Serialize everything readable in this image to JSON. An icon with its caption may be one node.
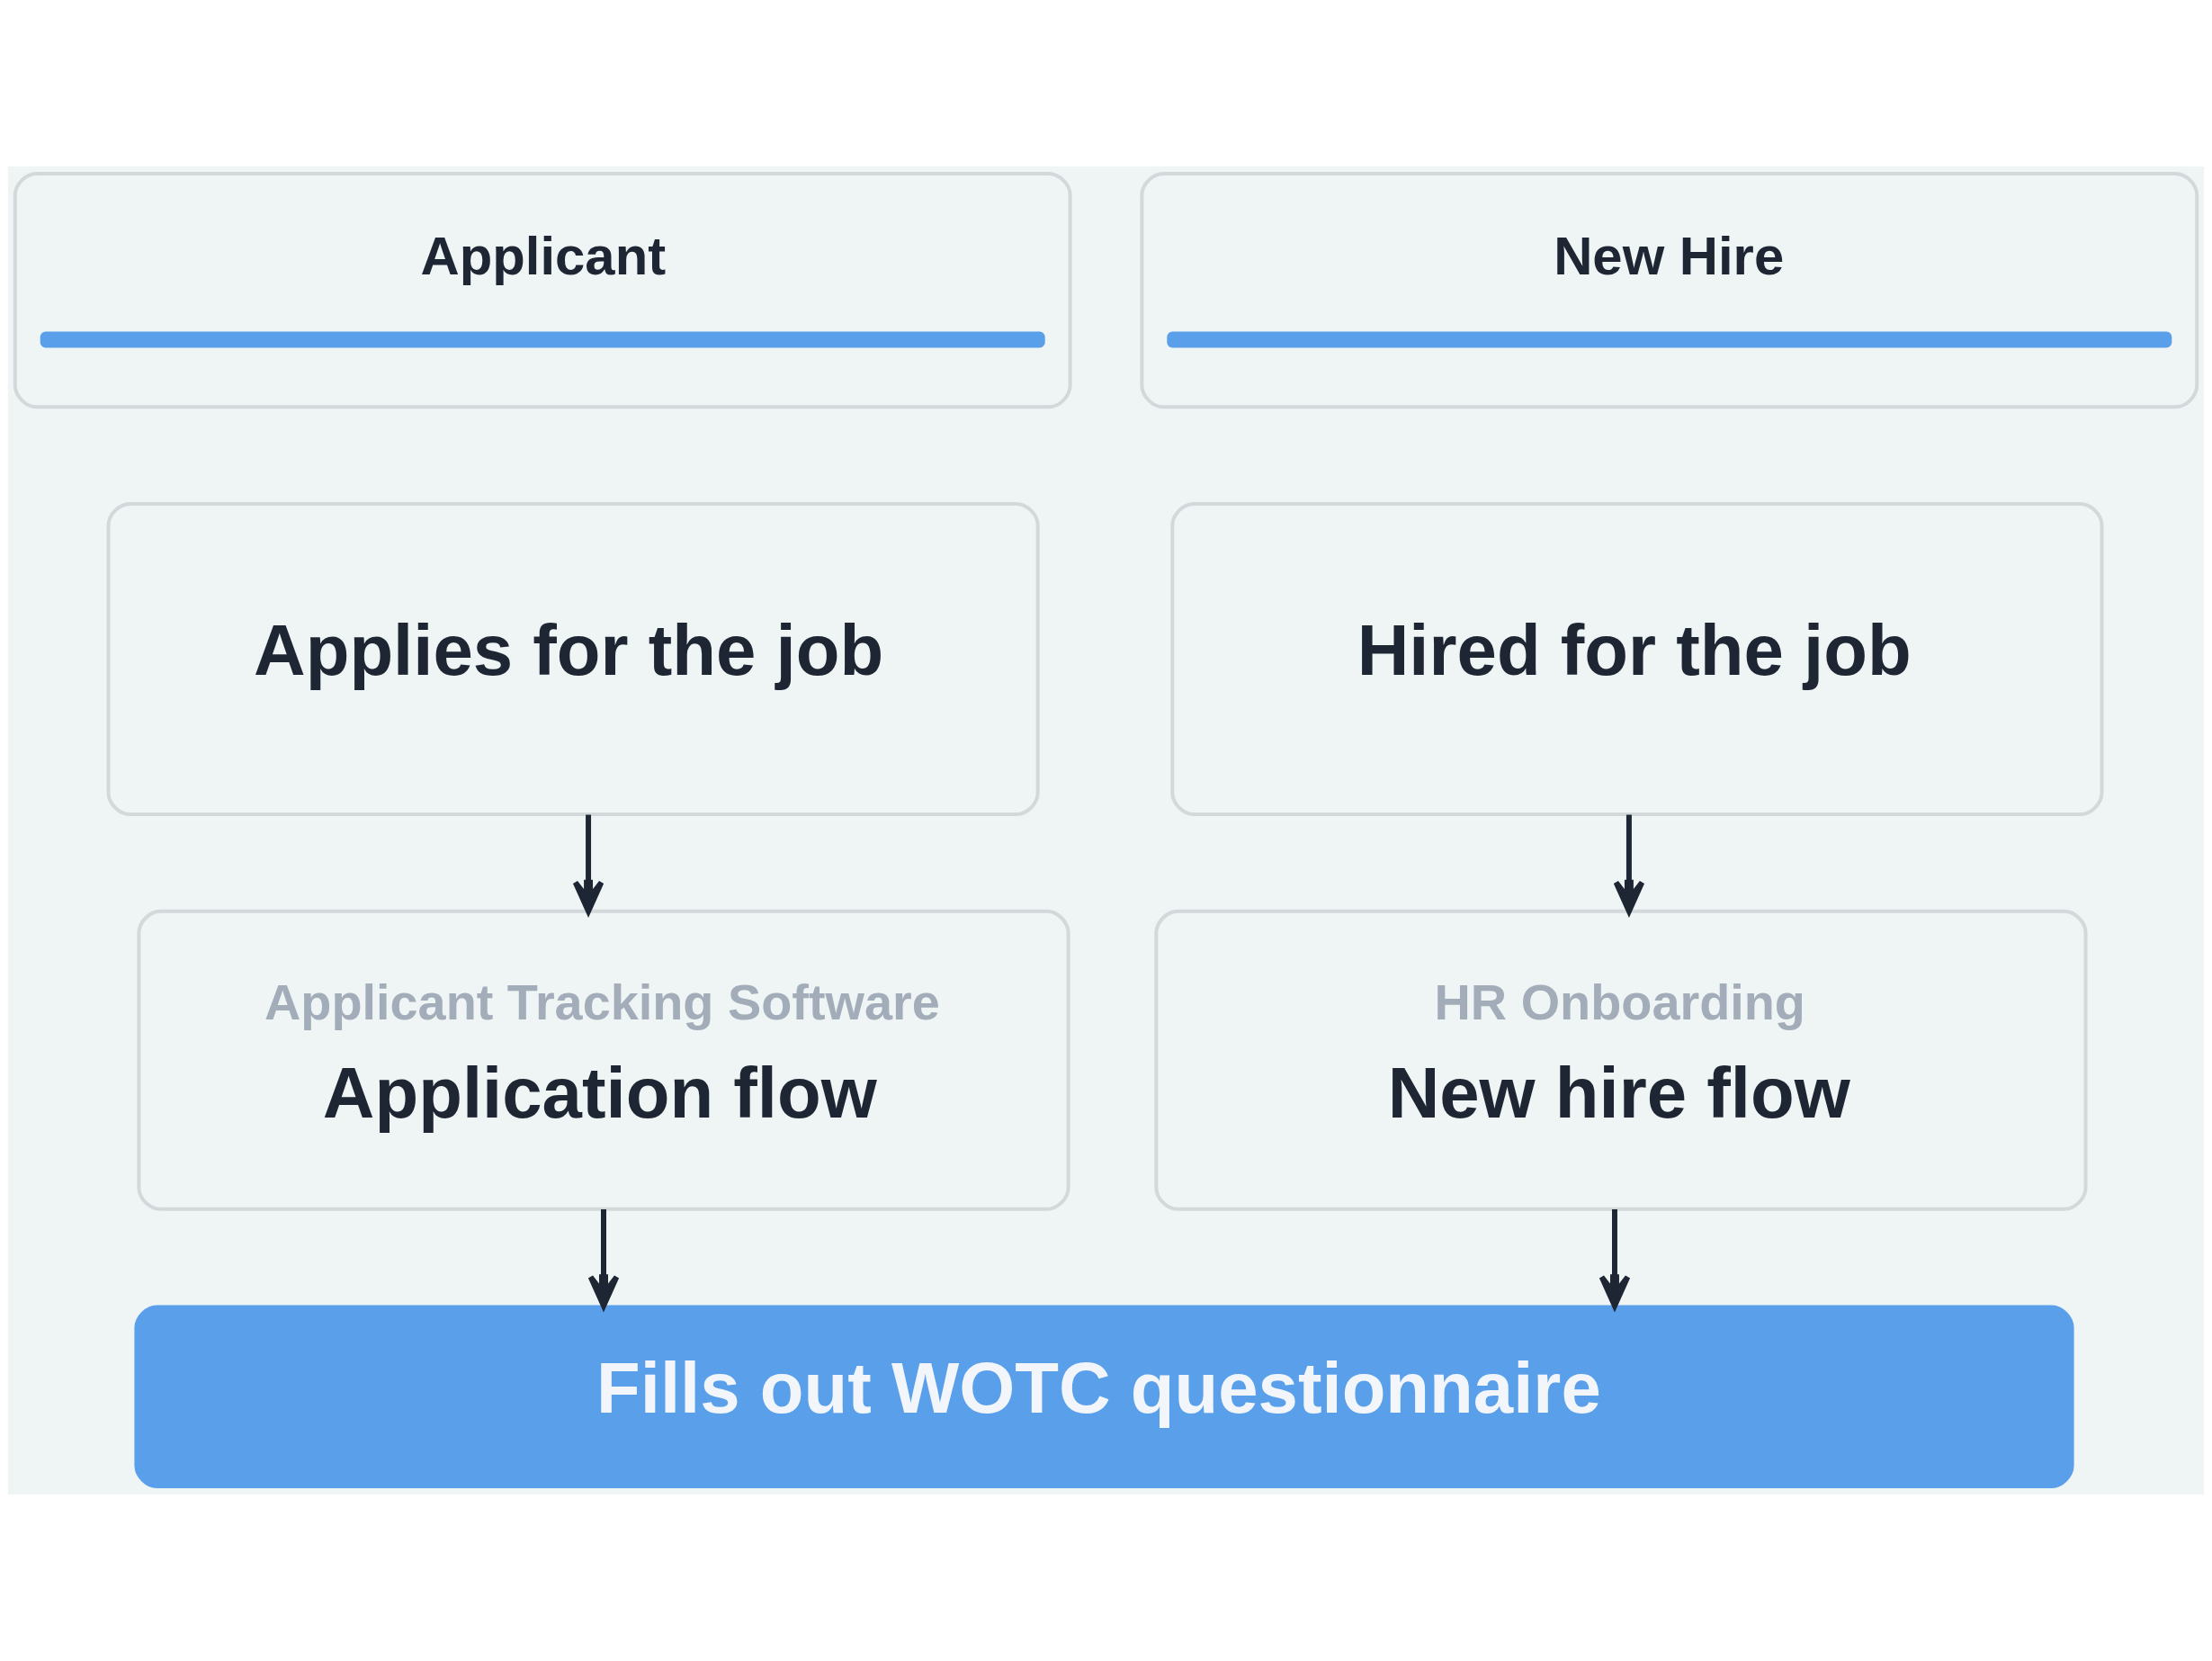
{
  "diagram": {
    "nodes": [
      {
        "text": [
          "Applicant"
        ]
      },
      {
        "text": [
          "New Hire"
        ]
      },
      {
        "text": [
          "Applies for the job"
        ]
      },
      {
        "text": [
          "Hired for the job"
        ]
      },
      {
        "text": [
          "Applicant Tracking Software",
          "Application flow"
        ]
      },
      {
        "text": [
          "HR Onboarding",
          "New hire flow"
        ]
      },
      {
        "text": [
          "Fills out WOTC questionnaire"
        ]
      }
    ],
    "edges": [
      {
        "from": 2,
        "to": 4,
        "arrow": "to"
      },
      {
        "from": 3,
        "to": 5,
        "arrow": "to"
      },
      {
        "from": 4,
        "to": 6,
        "arrow": "to"
      },
      {
        "from": 5,
        "to": 6,
        "arrow": "to"
      }
    ]
  }
}
